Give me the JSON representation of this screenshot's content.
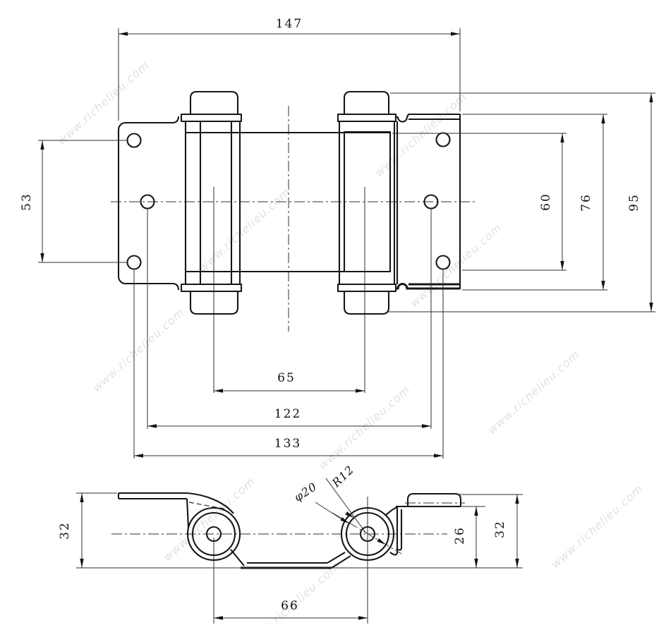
{
  "watermark": {
    "text": "www.richelieu.com"
  },
  "dimensions": {
    "front": {
      "overall_width": "147",
      "left_hole_spacing": "53",
      "right_hole_spacing": "60",
      "leaf_height": "76",
      "overall_height": "95",
      "spring_center_spacing": "65",
      "middle_hole_span": "122",
      "outer_hole_span": "133"
    },
    "side": {
      "left_leaf_height": "32",
      "right_leaf_clearance": "26",
      "right_leaf_height": "32",
      "knuckle_center_spacing": "66",
      "knuckle_diameter": "φ20",
      "knuckle_radius": "R12"
    }
  }
}
